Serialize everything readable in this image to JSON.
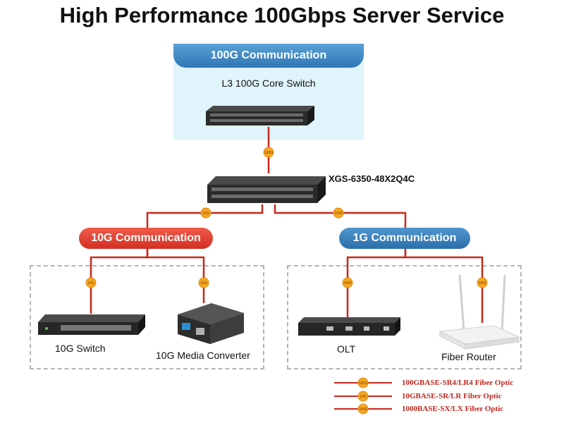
{
  "title": "High Performance 100Gbps Server Service",
  "core": {
    "banner": "100G Communication",
    "switch_label": "L3 100G Core Switch"
  },
  "aggregation": {
    "model": "XGS-6350-48X2Q4C",
    "uplink_badge": "100G"
  },
  "groups": {
    "ten_g": {
      "banner": "10G Communication",
      "branch_badge": "10G",
      "devices": [
        {
          "label": "10G Switch",
          "badge": "10G"
        },
        {
          "label": "10G Media Converter",
          "badge": "10G"
        }
      ]
    },
    "one_g": {
      "banner": "1G Communication",
      "branch_badge": "1000",
      "devices": [
        {
          "label": "OLT",
          "badge": "1000"
        },
        {
          "label": "Fiber Router",
          "badge": "1000"
        }
      ]
    }
  },
  "legend": [
    {
      "badge": "100G",
      "text": "100GBASE-SR4/LR4 Fiber Optic"
    },
    {
      "badge": "10G",
      "text": "10GBASE-SR/LR Fiber Optic"
    },
    {
      "badge": "1000",
      "text": "1000BASE-SX/LX Fiber Optic"
    }
  ],
  "colors": {
    "link_line": "#c8281c",
    "badge_fill": "#f6a623",
    "core_panel": "#dff4fb",
    "core_banner": "#3b82c4",
    "ten_g_banner": "#e03b2e",
    "one_g_banner": "#3a85c4"
  }
}
